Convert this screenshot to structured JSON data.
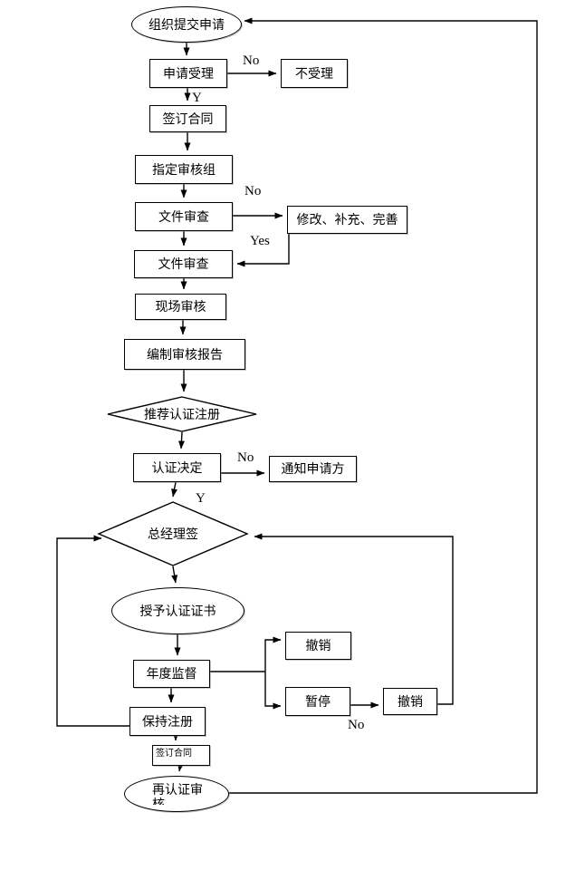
{
  "canvas": {
    "background": "#ffffff",
    "line_color": "#000000",
    "text_color": "#000000"
  },
  "nodes": {
    "start": {
      "shape": "ellipse",
      "label": "组织提交申请"
    },
    "accept": {
      "shape": "rect",
      "label": "申请受理"
    },
    "reject": {
      "shape": "rect",
      "label": "不受理"
    },
    "sign1": {
      "shape": "rect",
      "label": "签订合同"
    },
    "assign": {
      "shape": "rect",
      "label": "指定审核组"
    },
    "docrev1": {
      "shape": "rect",
      "label": "文件审查"
    },
    "revise": {
      "shape": "rect",
      "label": "修改、补充、完善"
    },
    "docrev2": {
      "shape": "rect",
      "label": "文件审查"
    },
    "site": {
      "shape": "rect",
      "label": "现场审核"
    },
    "report": {
      "shape": "rect",
      "label": "编制审核报告"
    },
    "recommend": {
      "shape": "diamond",
      "label": "推荐认证注册"
    },
    "decision": {
      "shape": "rect",
      "label": "认证决定"
    },
    "notify": {
      "shape": "rect",
      "label": "通知申请方"
    },
    "gm": {
      "shape": "diamond",
      "label": "总经理签"
    },
    "grant": {
      "shape": "ellipse",
      "label": "授予认证证书"
    },
    "annual": {
      "shape": "rect",
      "label": "年度监督"
    },
    "revoke1": {
      "shape": "rect",
      "label": "撤销"
    },
    "suspend": {
      "shape": "rect",
      "label": "暂停"
    },
    "revoke2": {
      "shape": "rect",
      "label": "撤销"
    },
    "keep": {
      "shape": "rect",
      "label": "保持注册"
    },
    "sign2": {
      "shape": "rect",
      "label": "签订合同"
    },
    "recert": {
      "shape": "ellipse",
      "label": "再认证审",
      "label_line2": "核"
    }
  },
  "edge_labels": {
    "accept_no": "No",
    "accept_yes": "Y",
    "docrev_no": "No",
    "docrev_yes": "Yes",
    "decision_no": "No",
    "decision_yes": "Y",
    "suspend_no": "No"
  }
}
